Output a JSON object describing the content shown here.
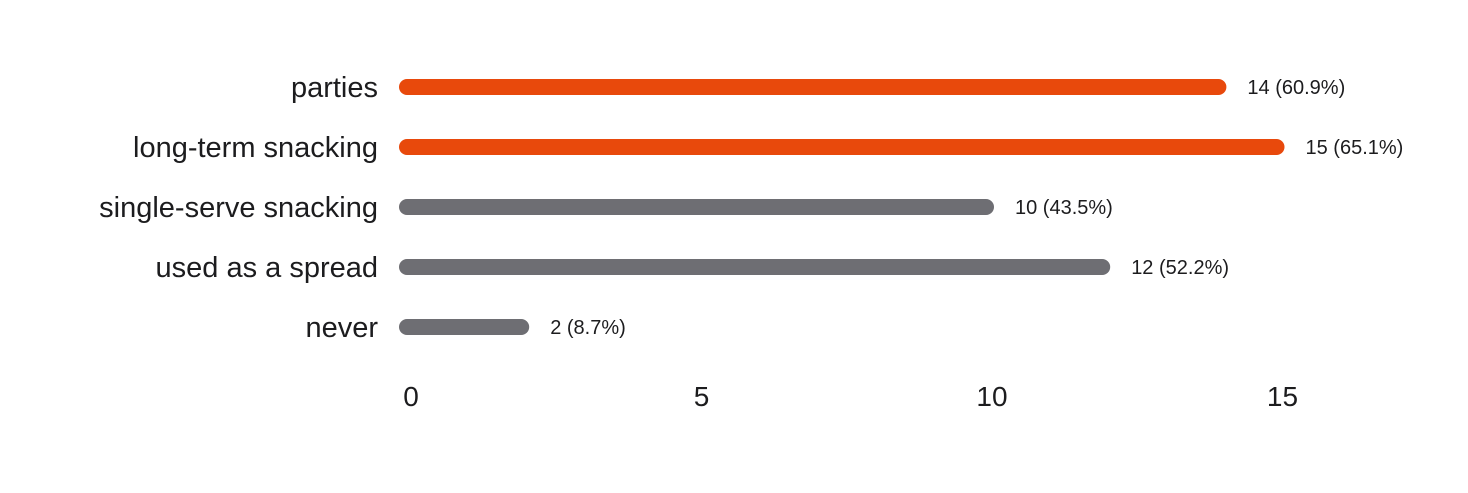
{
  "chart_data": {
    "type": "bar",
    "orientation": "horizontal",
    "title": "",
    "xlabel": "",
    "ylabel": "",
    "categories": [
      "parties",
      "long-term snacking",
      "single-serve snacking",
      "used as a spread",
      "never"
    ],
    "values": [
      14,
      15,
      10,
      12,
      2
    ],
    "value_labels": [
      "14 (60.9%)",
      "15 (65.1%)",
      "10 (43.5%)",
      "12 (52.2%)",
      "2 (8.7%)"
    ],
    "highlighted": [
      true,
      true,
      false,
      false,
      false
    ],
    "x_ticks": [
      0,
      5,
      10,
      15
    ],
    "xlim": [
      0,
      15
    ],
    "grid": false,
    "legend": "none",
    "colors": {
      "highlight": "#e8490c",
      "default": "#6e6e73",
      "text": "#1c1c1e"
    }
  }
}
